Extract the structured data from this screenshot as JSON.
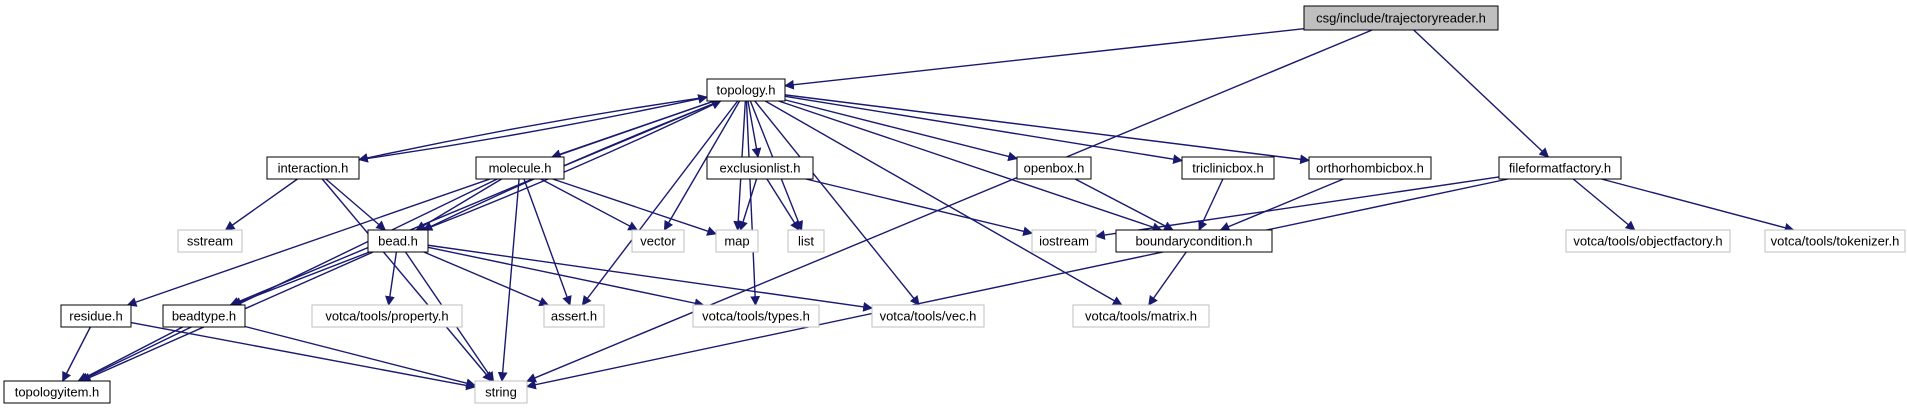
{
  "diagram": {
    "colors": {
      "background": "#ffffff",
      "edge": "#191970",
      "root_fill": "#bfbfbf",
      "root_border": "#000000",
      "documented_border": "#000000",
      "external_border": "#bfbfbf",
      "external_text": "#555555"
    },
    "nodes": {
      "root": {
        "label": "csg/include/trajectoryreader.h",
        "kind": "root"
      },
      "topology": {
        "label": "topology.h",
        "kind": "documented"
      },
      "fileformatfactory": {
        "label": "fileformatfactory.h",
        "kind": "documented"
      },
      "interaction": {
        "label": "interaction.h",
        "kind": "documented"
      },
      "molecule": {
        "label": "molecule.h",
        "kind": "documented"
      },
      "exclusionlist": {
        "label": "exclusionlist.h",
        "kind": "documented"
      },
      "openbox": {
        "label": "openbox.h",
        "kind": "documented"
      },
      "triclinicbox": {
        "label": "triclinicbox.h",
        "kind": "documented"
      },
      "orthorhombicbox": {
        "label": "orthorhombicbox.h",
        "kind": "documented"
      },
      "sstream": {
        "label": "sstream",
        "kind": "external"
      },
      "bead": {
        "label": "bead.h",
        "kind": "documented"
      },
      "vector": {
        "label": "vector",
        "kind": "external"
      },
      "map": {
        "label": "map",
        "kind": "external"
      },
      "list": {
        "label": "list",
        "kind": "external"
      },
      "iostream": {
        "label": "iostream",
        "kind": "external"
      },
      "boundarycondition": {
        "label": "boundarycondition.h",
        "kind": "documented"
      },
      "objectfactory": {
        "label": "votca/tools/objectfactory.h",
        "kind": "external"
      },
      "tokenizer": {
        "label": "votca/tools/tokenizer.h",
        "kind": "external"
      },
      "residue": {
        "label": "residue.h",
        "kind": "documented"
      },
      "beadtype": {
        "label": "beadtype.h",
        "kind": "documented"
      },
      "property": {
        "label": "votca/tools/property.h",
        "kind": "external"
      },
      "assert": {
        "label": "assert.h",
        "kind": "external"
      },
      "types": {
        "label": "votca/tools/types.h",
        "kind": "external"
      },
      "vec": {
        "label": "votca/tools/vec.h",
        "kind": "external"
      },
      "matrix": {
        "label": "votca/tools/matrix.h",
        "kind": "external"
      },
      "topologyitem": {
        "label": "topologyitem.h",
        "kind": "documented"
      },
      "string": {
        "label": "string",
        "kind": "external"
      }
    },
    "edges": [
      [
        "root",
        "topology"
      ],
      [
        "root",
        "fileformatfactory"
      ],
      [
        "root",
        "string"
      ],
      [
        "topology",
        "interaction"
      ],
      [
        "topology",
        "molecule"
      ],
      [
        "topology",
        "exclusionlist"
      ],
      [
        "topology",
        "openbox"
      ],
      [
        "topology",
        "triclinicbox"
      ],
      [
        "topology",
        "orthorhombicbox"
      ],
      [
        "topology",
        "bead"
      ],
      [
        "topology",
        "vector"
      ],
      [
        "topology",
        "map"
      ],
      [
        "topology",
        "list"
      ],
      [
        "topology",
        "boundarycondition"
      ],
      [
        "topology",
        "residue"
      ],
      [
        "topology",
        "beadtype"
      ],
      [
        "topology",
        "assert"
      ],
      [
        "topology",
        "types"
      ],
      [
        "topology",
        "vec"
      ],
      [
        "topology",
        "matrix"
      ],
      [
        "interaction",
        "topology"
      ],
      [
        "interaction",
        "sstream"
      ],
      [
        "interaction",
        "bead"
      ],
      [
        "interaction",
        "string"
      ],
      [
        "molecule",
        "bead"
      ],
      [
        "molecule",
        "vector"
      ],
      [
        "molecule",
        "map"
      ],
      [
        "molecule",
        "assert"
      ],
      [
        "molecule",
        "string"
      ],
      [
        "molecule",
        "topologyitem"
      ],
      [
        "exclusionlist",
        "map"
      ],
      [
        "exclusionlist",
        "list"
      ],
      [
        "exclusionlist",
        "iostream"
      ],
      [
        "openbox",
        "boundarycondition"
      ],
      [
        "triclinicbox",
        "boundarycondition"
      ],
      [
        "orthorhombicbox",
        "boundarycondition"
      ],
      [
        "boundarycondition",
        "matrix"
      ],
      [
        "fileformatfactory",
        "iostream"
      ],
      [
        "fileformatfactory",
        "objectfactory"
      ],
      [
        "fileformatfactory",
        "tokenizer"
      ],
      [
        "fileformatfactory",
        "string"
      ],
      [
        "bead",
        "topology"
      ],
      [
        "bead",
        "topologyitem"
      ],
      [
        "bead",
        "beadtype"
      ],
      [
        "bead",
        "property"
      ],
      [
        "bead",
        "assert"
      ],
      [
        "bead",
        "types"
      ],
      [
        "bead",
        "vec"
      ],
      [
        "bead",
        "string"
      ],
      [
        "residue",
        "topologyitem"
      ],
      [
        "residue",
        "string"
      ],
      [
        "beadtype",
        "topologyitem"
      ],
      [
        "beadtype",
        "string"
      ]
    ]
  }
}
